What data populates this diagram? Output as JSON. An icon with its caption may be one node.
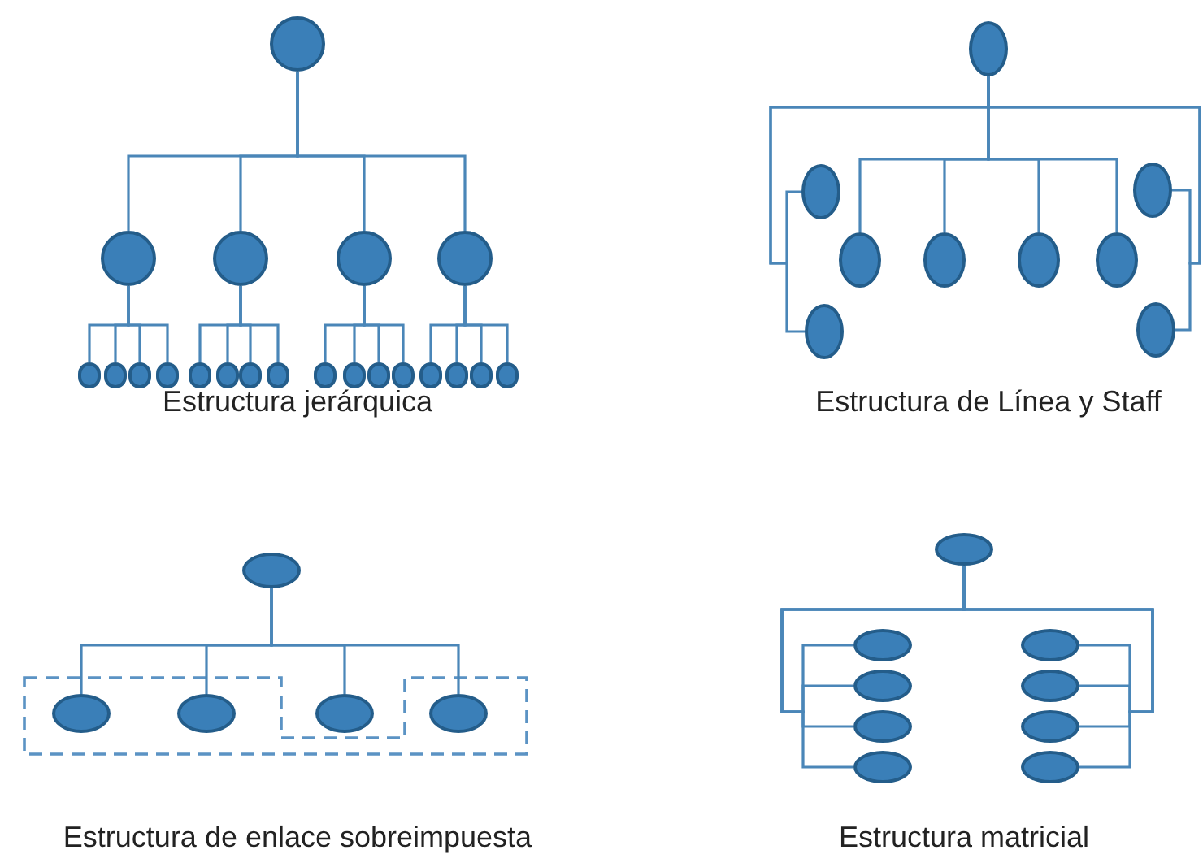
{
  "diagram": {
    "nodes": [
      {
        "text": [],
        "shape": "circle"
      },
      {
        "text": [],
        "shape": "circle"
      },
      {
        "text": [],
        "shape": "circle"
      },
      {
        "text": [],
        "shape": "circle"
      },
      {
        "text": [],
        "shape": "circle"
      },
      {
        "text": [],
        "shape": "circle"
      },
      {
        "text": [],
        "shape": "circle"
      },
      {
        "text": [],
        "shape": "circle"
      },
      {
        "text": [],
        "shape": "circle"
      },
      {
        "text": [],
        "shape": "circle"
      },
      {
        "text": [],
        "shape": "circle"
      },
      {
        "text": [],
        "shape": "circle"
      },
      {
        "text": [],
        "shape": "circle"
      },
      {
        "text": [],
        "shape": "circle"
      },
      {
        "text": [],
        "shape": "circle"
      },
      {
        "text": [],
        "shape": "circle"
      },
      {
        "text": [],
        "shape": "circle"
      },
      {
        "text": [],
        "shape": "circle"
      },
      {
        "text": [],
        "shape": "circle"
      },
      {
        "text": [],
        "shape": "circle"
      },
      {
        "text": [],
        "shape": "circle"
      },
      {
        "text": [],
        "shape": "ellipse"
      },
      {
        "text": [],
        "shape": "ellipse"
      },
      {
        "text": [],
        "shape": "ellipse"
      },
      {
        "text": [],
        "shape": "ellipse"
      },
      {
        "text": [],
        "shape": "ellipse"
      },
      {
        "text": [],
        "shape": "ellipse"
      },
      {
        "text": [],
        "shape": "ellipse"
      },
      {
        "text": [],
        "shape": "ellipse"
      },
      {
        "text": [],
        "shape": "ellipse"
      },
      {
        "text": [],
        "shape": "ellipse"
      },
      {
        "text": [],
        "shape": "ellipse"
      },
      {
        "text": [],
        "shape": "ellipse"
      },
      {
        "text": [],
        "shape": "ellipse"
      },
      {
        "text": [],
        "shape": "ellipse"
      },
      {
        "text": [],
        "shape": "ellipse"
      },
      {
        "text": [],
        "shape": "ellipse"
      },
      {
        "text": [],
        "shape": "ellipse"
      },
      {
        "text": [],
        "shape": "ellipse"
      },
      {
        "text": [],
        "shape": "ellipse"
      },
      {
        "text": [],
        "shape": "ellipse"
      },
      {
        "text": [],
        "shape": "ellipse"
      },
      {
        "text": [],
        "shape": "ellipse"
      },
      {
        "text": [],
        "shape": "ellipse"
      }
    ],
    "edges": [
      {
        "from": 0,
        "to": 1,
        "arrow": "none"
      },
      {
        "from": 0,
        "to": 2,
        "arrow": "none"
      },
      {
        "from": 0,
        "to": 3,
        "arrow": "none"
      },
      {
        "from": 0,
        "to": 4,
        "arrow": "none"
      },
      {
        "from": 1,
        "to": 5,
        "arrow": "none"
      },
      {
        "from": 1,
        "to": 6,
        "arrow": "none"
      },
      {
        "from": 1,
        "to": 7,
        "arrow": "none"
      },
      {
        "from": 1,
        "to": 8,
        "arrow": "none"
      },
      {
        "from": 2,
        "to": 9,
        "arrow": "none"
      },
      {
        "from": 2,
        "to": 10,
        "arrow": "none"
      },
      {
        "from": 2,
        "to": 11,
        "arrow": "none"
      },
      {
        "from": 2,
        "to": 12,
        "arrow": "none"
      },
      {
        "from": 3,
        "to": 13,
        "arrow": "none"
      },
      {
        "from": 3,
        "to": 14,
        "arrow": "none"
      },
      {
        "from": 3,
        "to": 15,
        "arrow": "none"
      },
      {
        "from": 3,
        "to": 16,
        "arrow": "none"
      },
      {
        "from": 4,
        "to": 17,
        "arrow": "none"
      },
      {
        "from": 4,
        "to": 18,
        "arrow": "none"
      },
      {
        "from": 4,
        "to": 19,
        "arrow": "none"
      },
      {
        "from": 4,
        "to": 20,
        "arrow": "none"
      },
      {
        "from": 21,
        "to": 22,
        "arrow": "none"
      },
      {
        "from": 21,
        "to": 23,
        "arrow": "none"
      },
      {
        "from": 21,
        "to": 24,
        "arrow": "none"
      },
      {
        "from": 21,
        "to": 25,
        "arrow": "none"
      },
      {
        "from": 21,
        "to": 26,
        "arrow": "none"
      },
      {
        "from": 21,
        "to": 27,
        "arrow": "none"
      },
      {
        "from": 21,
        "to": 28,
        "arrow": "none"
      },
      {
        "from": 21,
        "to": 29,
        "arrow": "none"
      },
      {
        "from": 30,
        "to": 31,
        "arrow": "none"
      },
      {
        "from": 30,
        "to": 32,
        "arrow": "none"
      },
      {
        "from": 30,
        "to": 33,
        "arrow": "none"
      },
      {
        "from": 30,
        "to": 34,
        "arrow": "none"
      },
      {
        "from": 35,
        "to": 36,
        "arrow": "none"
      },
      {
        "from": 35,
        "to": 37,
        "arrow": "none"
      },
      {
        "from": 35,
        "to": 38,
        "arrow": "none"
      },
      {
        "from": 35,
        "to": 39,
        "arrow": "none"
      },
      {
        "from": 35,
        "to": 40,
        "arrow": "none"
      },
      {
        "from": 35,
        "to": 41,
        "arrow": "none"
      },
      {
        "from": 35,
        "to": 42,
        "arrow": "none"
      },
      {
        "from": 35,
        "to": 43,
        "arrow": "none"
      }
    ],
    "labels": [
      "Estructura jerárquica",
      "Estructura de Línea y Staff",
      "Estructura de enlace sobreimpuesta",
      "Estructura matricial"
    ]
  }
}
